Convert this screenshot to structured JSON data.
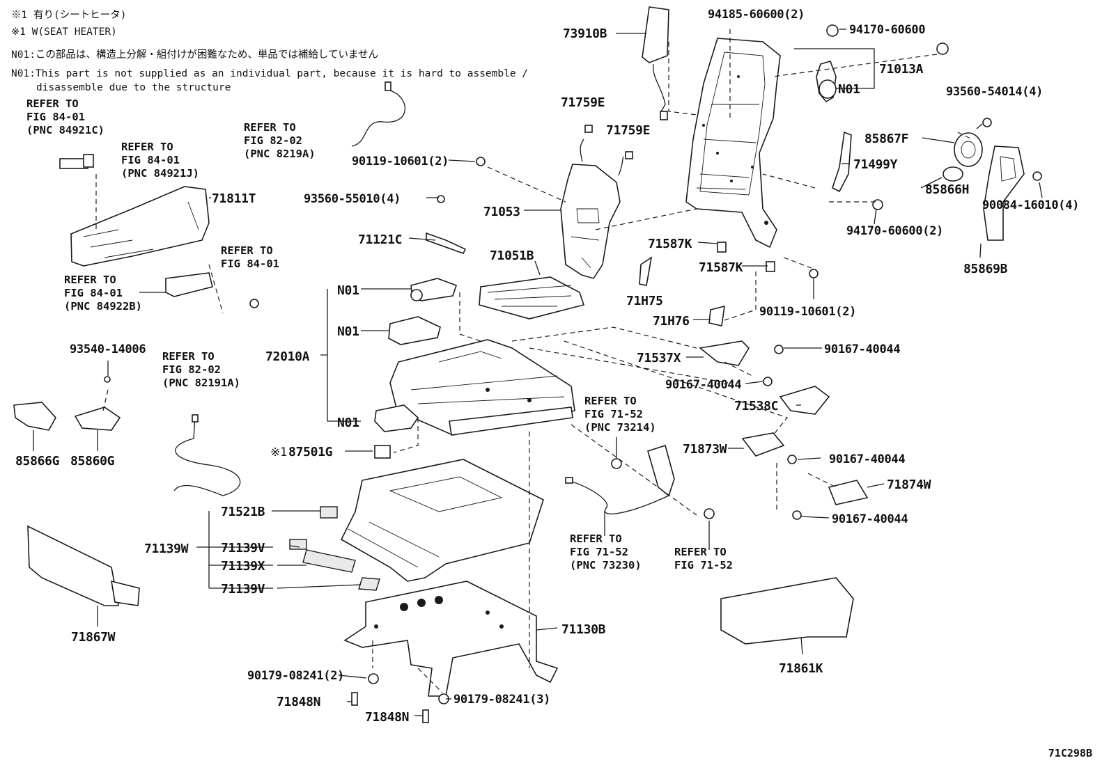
{
  "notes": {
    "line1": "※1 有り(シートヒータ)",
    "line2": "※1 W(SEAT HEATER)",
    "line3": "N01:この部品は、構造上分解・組付けが困難なため、単品では補給していません",
    "line4": "N01:This part is not supplied as an individual part, because it is hard to assemble /",
    "line5": "disassemble due to the structure"
  },
  "references": {
    "r84921c": [
      "REFER TO",
      "FIG 84-01",
      "(PNC 84921C)"
    ],
    "r84921j": [
      "REFER TO",
      "FIG 84-01",
      "(PNC 84921J)"
    ],
    "r8219a": [
      "REFER TO",
      "FIG 82-02",
      "(PNC 8219A)"
    ],
    "r8401": [
      "REFER TO",
      "FIG 84-01"
    ],
    "r84922b": [
      "REFER TO",
      "FIG 84-01",
      "(PNC 84922B)"
    ],
    "r82191a": [
      "REFER TO",
      "FIG 82-02",
      "(PNC 82191A)"
    ],
    "r73214": [
      "REFER TO",
      "FIG 71-52",
      "(PNC 73214)"
    ],
    "r73230": [
      "REFER TO",
      "FIG 71-52",
      "(PNC 73230)"
    ],
    "r7152": [
      "REFER TO",
      "FIG 71-52"
    ]
  },
  "parts": {
    "p73910B": "73910B",
    "p94185": "94185-60600(2)",
    "p94170a": "94170-60600",
    "p71013A": "71013A",
    "pN01a": "N01",
    "p93560_54014": "93560-54014(4)",
    "p71759Ea": "71759E",
    "p71759Eb": "71759E",
    "p85867F": "85867F",
    "p71499Y": "71499Y",
    "p90119a": "90119-10601(2)",
    "p85866H": "85866H",
    "p90084": "90084-16010(4)",
    "p71811T": "71811T",
    "p93560_55010": "93560-55010(4)",
    "p71053": "71053",
    "p94170b": "94170-60600(2)",
    "p71121C": "71121C",
    "p71587Ka": "71587K",
    "p85869B": "85869B",
    "p71051B": "71051B",
    "p71587Kb": "71587K",
    "pN01b": "N01",
    "p71H75": "71H75",
    "p90119b": "90119-10601(2)",
    "p71H76": "71H76",
    "pN01c": "N01",
    "p93540": "93540-14006",
    "p90167a": "90167-40044",
    "p72010A": "72010A",
    "p71537X": "71537X",
    "p90167b": "90167-40044",
    "p71538C": "71538C",
    "pN01d": "N01",
    "p87501G": "87501G",
    "p87501G_mark": "※1",
    "p85866G": "85866G",
    "p85860G": "85860G",
    "p71873W": "71873W",
    "p90167c": "90167-40044",
    "p71874W": "71874W",
    "p71521B": "71521B",
    "p90167d": "90167-40044",
    "p71139W": "71139W",
    "p71139Va": "71139V",
    "p71139X": "71139X",
    "p71139Vb": "71139V",
    "p71867W": "71867W",
    "p71130B": "71130B",
    "p71861K": "71861K",
    "p90179a": "90179-08241(2)",
    "p71848Na": "71848N",
    "p90179b": "90179-08241(3)",
    "p71848Nb": "71848N"
  },
  "figure_id": "71C298B"
}
